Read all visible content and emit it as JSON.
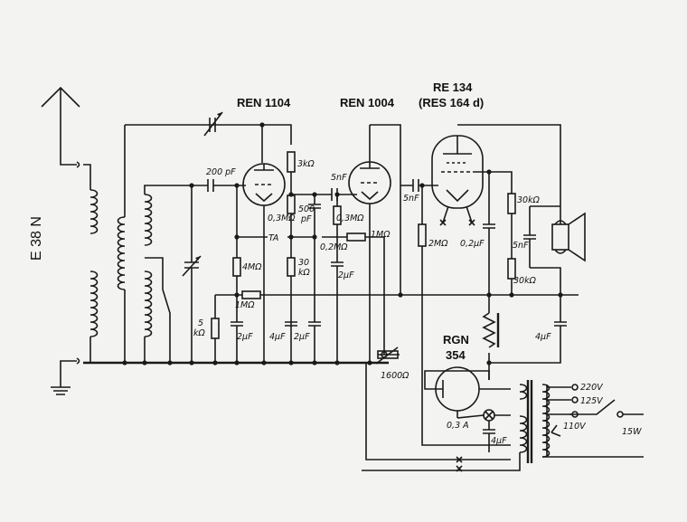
{
  "model": "E 38 N",
  "tubes": {
    "t1": "REN 1104",
    "t2": "REN 1004",
    "t3_line1": "RE 134",
    "t3_line2": "(RES 164 d)",
    "rect_line1": "RGN",
    "rect_line2": "354"
  },
  "components": {
    "c_200pf": "200 pF",
    "r_3k": "3kΩ",
    "c_5nf_a": "5nF",
    "c_5nf_b": "5nF",
    "c_500pf_1": "500",
    "c_500pf_2": "pF",
    "r_03m_a": "0,3MΩ",
    "r_03m_b": "0,3MΩ",
    "ta": "TA",
    "r_02m": "0,2MΩ",
    "r_1m_a": "1MΩ",
    "r_2m": "2MΩ",
    "c_02uf": "0,2μF",
    "r_30k_a": "30kΩ",
    "c_5nf_c": "5nF",
    "r_30k_b": "30kΩ",
    "r_4m": "4MΩ",
    "r_30k_c1": "30",
    "r_30k_c2": "kΩ",
    "c_2uf_a": "2μF",
    "r_1m_b": "1MΩ",
    "r_5k_1": "5",
    "r_5k_2": "kΩ",
    "c_2uf_b": "2μF",
    "c_4uf_a": "4μF",
    "c_2uf_c": "2μF",
    "pot_1600": "1600Ω",
    "c_4uf_b": "4μF",
    "c_4uf_c": "4μF",
    "lamp_03a": "0,3 A"
  },
  "mains": {
    "v220": "220V",
    "v125": "125V",
    "v110": "110V",
    "power": "15W"
  }
}
